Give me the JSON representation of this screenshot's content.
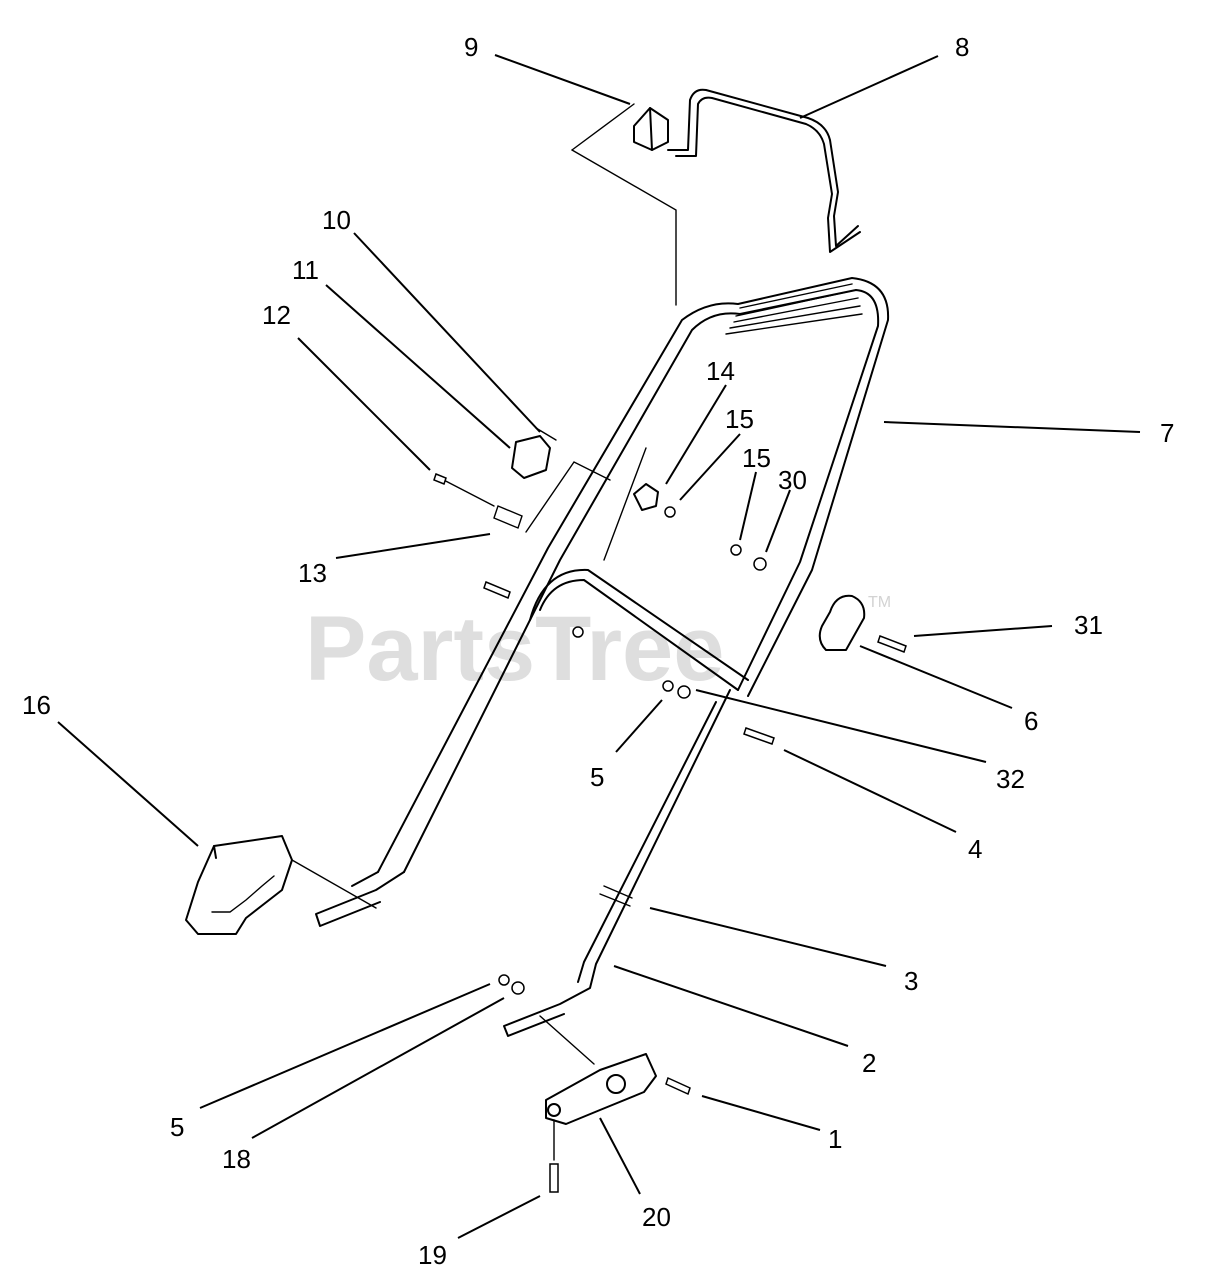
{
  "watermark": {
    "text": "PartsTree",
    "trademark": "TM"
  },
  "callouts": [
    {
      "id": "c9",
      "label": "9"
    },
    {
      "id": "c8",
      "label": "8"
    },
    {
      "id": "c10",
      "label": "10"
    },
    {
      "id": "c11",
      "label": "11"
    },
    {
      "id": "c12",
      "label": "12"
    },
    {
      "id": "c14",
      "label": "14"
    },
    {
      "id": "c15a",
      "label": "15"
    },
    {
      "id": "c15b",
      "label": "15"
    },
    {
      "id": "c30",
      "label": "30"
    },
    {
      "id": "c7",
      "label": "7"
    },
    {
      "id": "c13",
      "label": "13"
    },
    {
      "id": "c31",
      "label": "31"
    },
    {
      "id": "c16",
      "label": "16"
    },
    {
      "id": "c6",
      "label": "6"
    },
    {
      "id": "c5a",
      "label": "5"
    },
    {
      "id": "c32",
      "label": "32"
    },
    {
      "id": "c4",
      "label": "4"
    },
    {
      "id": "c3",
      "label": "3"
    },
    {
      "id": "c2",
      "label": "2"
    },
    {
      "id": "c5b",
      "label": "5"
    },
    {
      "id": "c18",
      "label": "18"
    },
    {
      "id": "c1",
      "label": "1"
    },
    {
      "id": "c20",
      "label": "20"
    },
    {
      "id": "c19",
      "label": "19"
    }
  ]
}
